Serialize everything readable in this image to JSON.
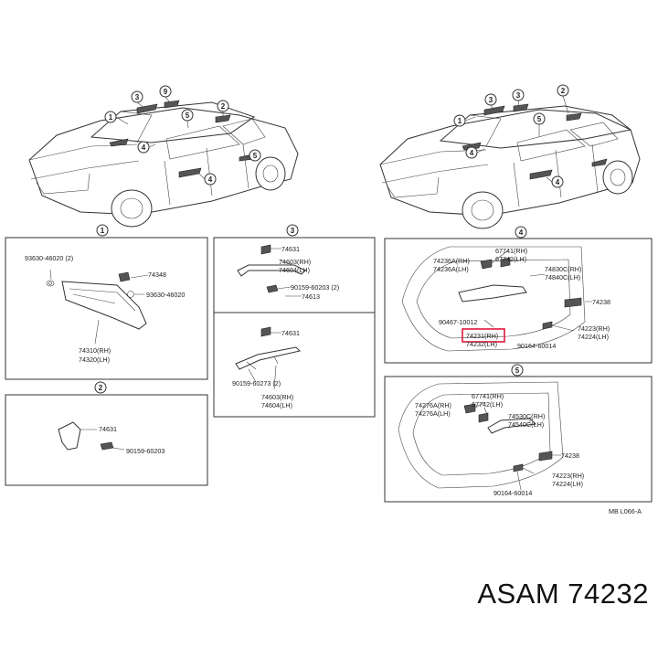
{
  "callouts": {
    "c1": "1",
    "c2": "2",
    "c3": "3",
    "c4": "4",
    "c5": "5",
    "c9": "9"
  },
  "sedan_labels": [
    "3",
    "9",
    "1",
    "5",
    "2",
    "4",
    "4",
    "5"
  ],
  "wagon_labels": [
    "3",
    "3",
    "2",
    "1",
    "5",
    "4",
    "4"
  ],
  "panel1": {
    "num": "1",
    "p1": "93630-46020 (2)",
    "p2": "74348",
    "p3": "93630-46020",
    "p4": "74310(RH)",
    "p5": "74320(LH)"
  },
  "panel2": {
    "num": "2",
    "p1": "74631",
    "p2": "90159-60203"
  },
  "panel3a": {
    "num": "3",
    "p1": "74631",
    "p2": "74603(RH)",
    "p3": "74604(LH)",
    "p4": "90159-60203 (2)",
    "p5": "74613"
  },
  "panel3b": {
    "p1": "74631",
    "p2": "90159-60273 (2)",
    "p3": "74603(RH)",
    "p4": "74604(LH)"
  },
  "panel4": {
    "num": "4",
    "p1": "67741(RH)",
    "p2": "67742(LH)",
    "p3": "74236A(RH)",
    "p4": "74236A(LH)",
    "p5": "74830C(RH)",
    "p6": "74840C(LH)",
    "p7": "74238",
    "p8": "90467-10012",
    "p9": "74223(RH)",
    "p10": "74224(LH)",
    "p11": "74231(RH)",
    "p12": "74232(LH)",
    "p13": "90164-60014"
  },
  "panel5": {
    "num": "5",
    "p1": "67741(RH)",
    "p2": "67742(LH)",
    "p3": "74276A(RH)",
    "p4": "74276A(LH)",
    "p5": "74530C(RH)",
    "p6": "74540C(LH)",
    "p7": "74238",
    "p8": "74223(RH)",
    "p9": "74224(LH)",
    "p10": "90164-60014"
  },
  "ref_code": "MB L066-A",
  "caption": "ASAM 74232"
}
